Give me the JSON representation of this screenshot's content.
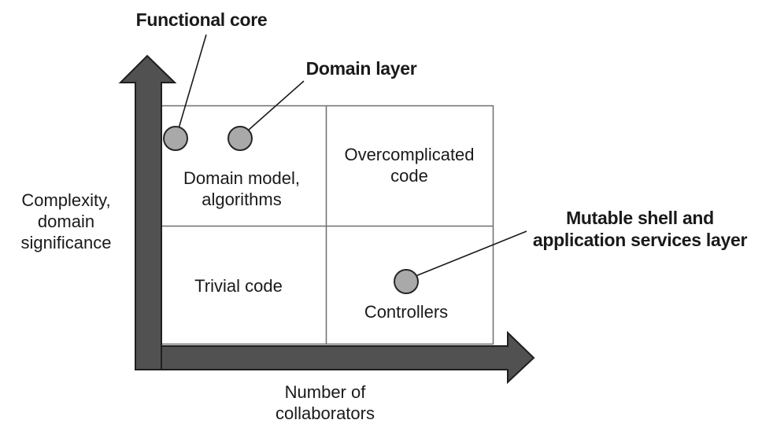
{
  "diagram": {
    "y_axis": {
      "label_lines": [
        "Complexity,",
        "domain",
        "significance"
      ]
    },
    "x_axis": {
      "label_lines": [
        "Number of",
        "collaborators"
      ]
    },
    "quadrants": {
      "top_left_lines": [
        "Domain model,",
        "algorithms"
      ],
      "top_right_lines": [
        "Overcomplicated",
        "code"
      ],
      "bottom_left": "Trivial code",
      "bottom_right": "Controllers"
    },
    "callouts": {
      "functional_core": "Functional core",
      "domain_layer": "Domain layer",
      "mutable_shell_lines": [
        "Mutable shell and",
        "application services layer"
      ]
    }
  },
  "colors": {
    "background": "#ffffff",
    "arrow_fill": "#515151",
    "arrow_stroke": "#1f1f1f",
    "grid_fill": "#ffffff",
    "grid_line": "#6e6e6e",
    "marker_fill": "#a9a9a9",
    "marker_stroke": "#262626",
    "callout_line": "#1a1a1a",
    "text": "#1a1a1a"
  }
}
